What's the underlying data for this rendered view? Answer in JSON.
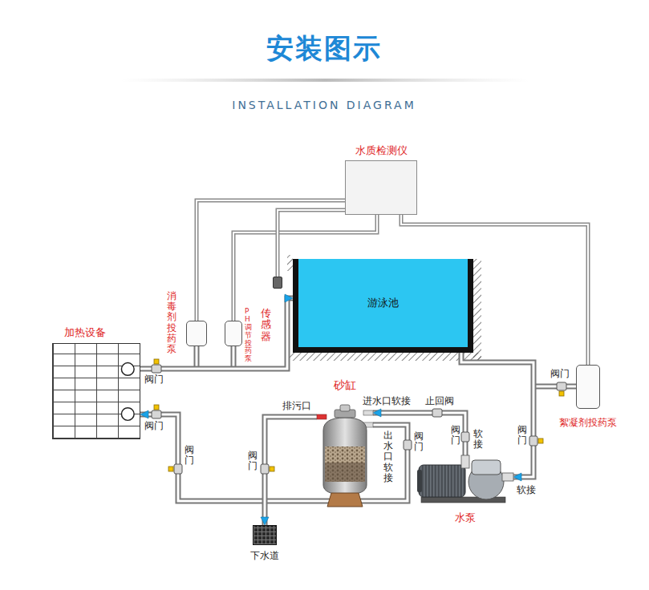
{
  "diagram": {
    "title": "安装图示",
    "nodes": [
      {
        "text": [
          "水质检测仪"
        ]
      },
      {
        "text": [
          "游泳池"
        ]
      },
      {
        "text": [
          "加热设备"
        ]
      },
      {
        "text": [
          "消毒剂投药泵"
        ]
      },
      {
        "text": [
          "PH调节投药泵"
        ]
      },
      {
        "text": [
          "传感器"
        ]
      },
      {
        "text": [
          "砂缸"
        ]
      },
      {
        "text": [
          "水泵"
        ]
      },
      {
        "text": [
          "絮凝剂投药泵"
        ]
      },
      {
        "text": [
          "下水道"
        ]
      }
    ],
    "edges": [
      {
        "from": 0,
        "to": 3,
        "arrow": "none"
      },
      {
        "from": 0,
        "to": 4,
        "arrow": "none"
      },
      {
        "from": 0,
        "to": 5,
        "arrow": "none"
      },
      {
        "from": 0,
        "to": 8,
        "arrow": "none"
      },
      {
        "from": 1,
        "to": 7,
        "arrow": "to"
      },
      {
        "from": 7,
        "to": 6,
        "arrow": "to"
      },
      {
        "from": 6,
        "to": 2,
        "arrow": "to"
      },
      {
        "from": 2,
        "to": 1,
        "arrow": "to"
      },
      {
        "from": 6,
        "to": 9,
        "arrow": "to"
      }
    ],
    "labels": [
      "INSTALLATION DIAGRAM",
      "阀门",
      "阀门",
      "阀门",
      "阀门",
      "排污口",
      "进水口软接",
      "止回阀",
      "出水口软接",
      "阀门",
      "阀门",
      "软接",
      "阀门",
      "软接",
      "阀门"
    ]
  }
}
